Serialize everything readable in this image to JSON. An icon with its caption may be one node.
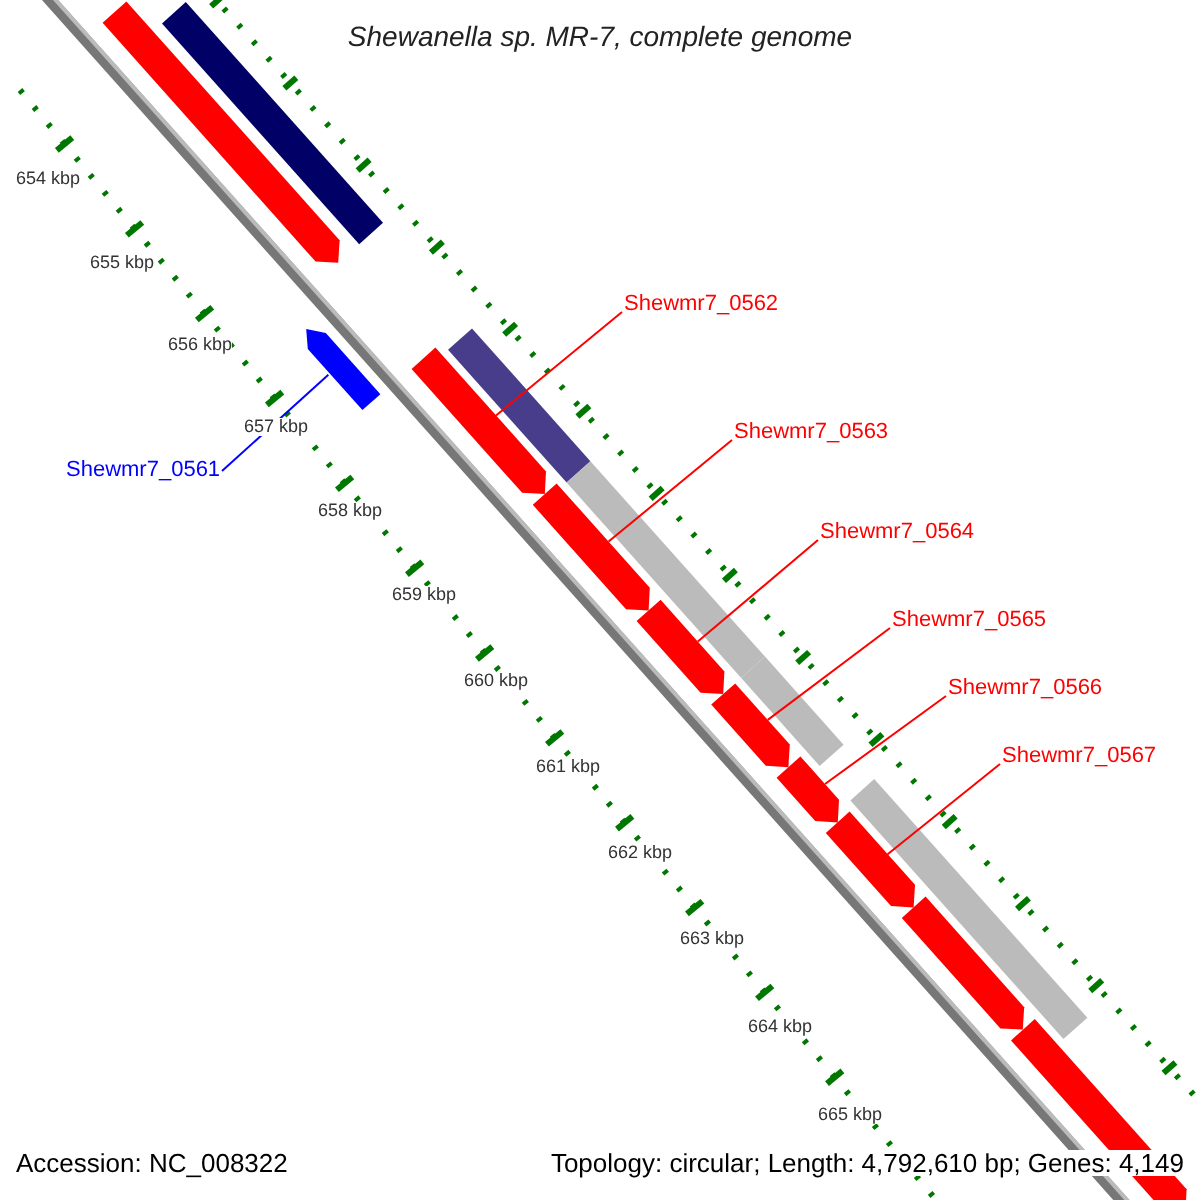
{
  "diagram": {
    "title": "Shewanella sp. MR-7, complete genome",
    "nodes": [
      {
        "text": [
          "Shewmr7_0561"
        ]
      },
      {
        "text": [],
        "shape": "bar"
      },
      {
        "text": [
          "Shewmr7_0562"
        ]
      },
      {
        "text": [],
        "shape": "bar"
      },
      {
        "text": [
          "Shewmr7_0563"
        ]
      },
      {
        "text": [],
        "shape": "bar"
      },
      {
        "text": [
          "Shewmr7_0564"
        ]
      },
      {
        "text": [],
        "shape": "bar"
      },
      {
        "text": [
          "Shewmr7_0565"
        ]
      },
      {
        "text": [],
        "shape": "bar"
      },
      {
        "text": [
          "Shewmr7_0566"
        ]
      },
      {
        "text": [],
        "shape": "bar"
      },
      {
        "text": [
          "Shewmr7_0567"
        ]
      },
      {
        "text": [],
        "shape": "bar"
      },
      {
        "text": [],
        "shape": "bar"
      },
      {
        "text": [],
        "shape": "box"
      },
      {
        "text": [],
        "shape": "box"
      },
      {
        "text": [],
        "shape": "box"
      },
      {
        "text": [],
        "shape": "box"
      },
      {
        "text": [],
        "shape": "box"
      },
      {
        "text": [],
        "shape": "bar"
      },
      {
        "text": [],
        "shape": "bar"
      }
    ],
    "edges": [
      {
        "from": 0,
        "to": 1,
        "arrow": "none",
        "color": "#0000ff"
      },
      {
        "from": 2,
        "to": 3,
        "arrow": "none"
      },
      {
        "from": 4,
        "to": 5,
        "arrow": "none"
      },
      {
        "from": 6,
        "to": 7,
        "arrow": "none"
      },
      {
        "from": 8,
        "to": 9,
        "arrow": "none"
      },
      {
        "from": 10,
        "to": 11,
        "arrow": "none"
      },
      {
        "from": 12,
        "to": 13,
        "arrow": "none"
      }
    ],
    "labels": [
      "654 kbp",
      "655 kbp",
      "656 kbp",
      "657 kbp",
      "658 kbp",
      "659 kbp",
      "660 kbp",
      "661 kbp",
      "662 kbp",
      "663 kbp",
      "664 kbp",
      "665 kbp",
      "Accession: NC_008322",
      "Topology: circular; Length: 4,792,610 bp; Genes: 4,149"
    ]
  }
}
